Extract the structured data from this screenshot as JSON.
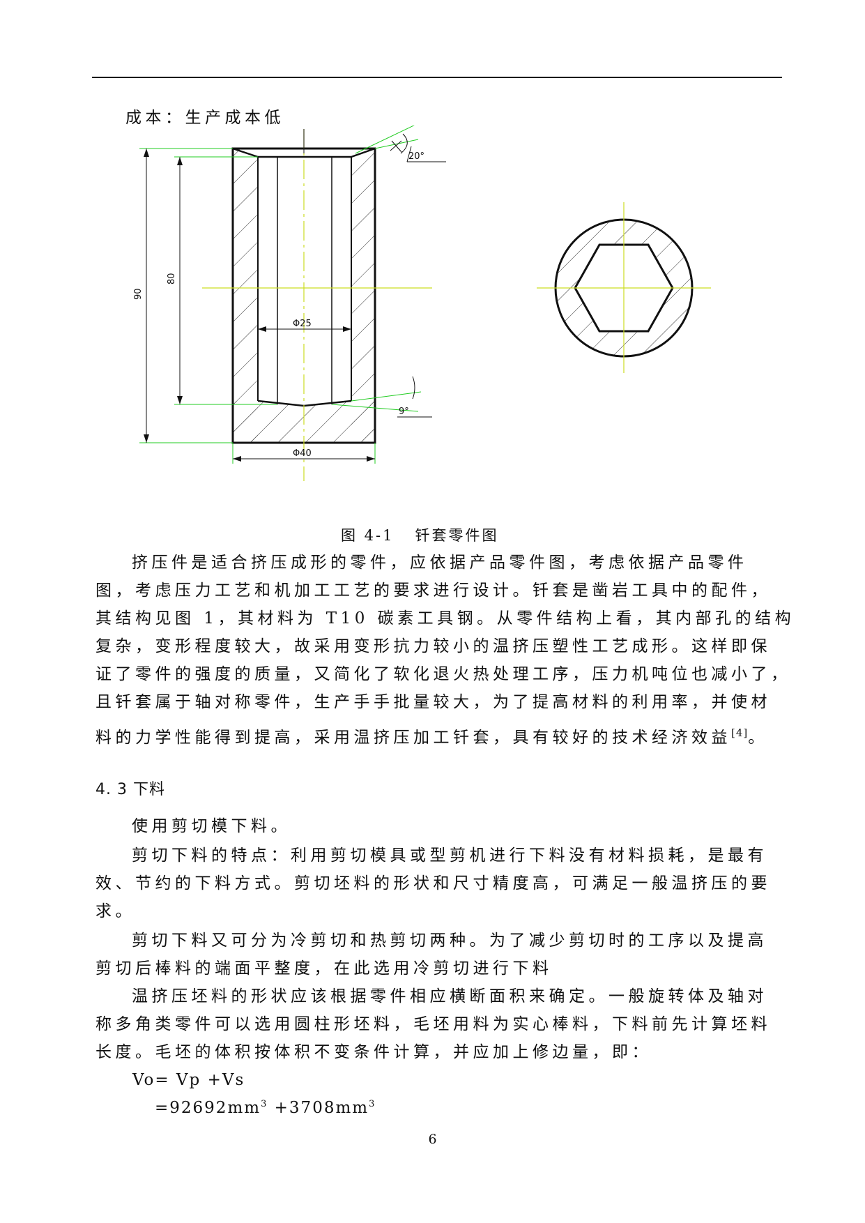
{
  "text": {
    "cost_line": "成本：生产成本低",
    "para1": [
      "挤压件是适合挤压成形的零件，应依据产品零件图，考虑依据产品零件",
      "图，考虑压力工艺和机加工工艺的要求进行设计。钎套是凿岩工具中的配件，",
      "其结构见图 1，其材料为 T10 碳素工具钢。从零件结构上看，其内部孔的结构",
      "复杂，变形程度较大，故采用变形抗力较小的温挤压塑性工艺成形。这样即保",
      "证了零件的强度的质量，又简化了软化退火热处理工序，压力机吨位也减小了，",
      "且钎套属于轴对称零件，生产手手批量较大，为了提高材料的利用率，并使材",
      "料的力学性能得到提高，采用温挤压加工钎套，具有较好的技术经济效益"
    ],
    "para1_cite": "[4]",
    "para1_end": "。",
    "section_heading": "4. 3  下料",
    "para2": "使用剪切模下料。",
    "para3": [
      "剪切下料的特点：利用剪切模具或型剪机进行下料没有材料损耗，是最有",
      "效、节约的下料方式。剪切坯料的形状和尺寸精度高，可满足一般温挤压的要",
      "求。"
    ],
    "para4": [
      "剪切下料又可分为冷剪切和热剪切两种。为了减少剪切时的工序以及提高",
      "剪切后棒料的端面平整度，在此选用冷剪切进行下料"
    ],
    "para5": [
      "温挤压坯料的形状应该根据零件相应横断面积来确定。一般旋转体及轴对",
      "称多角类零件可以选用圆柱形坯料，毛坯用料为实心棒料，下料前先计算坯料",
      "长度。毛坯的体积按体积不变条件计算，并应加上修边量，即："
    ],
    "formula1": "Vo= Vp +Vs",
    "formula2_a": "=92692mm",
    "formula2_b": " +3708mm",
    "formula_sup": "3",
    "page_number": "6"
  },
  "figure": {
    "caption_number": "图 4-1",
    "caption_title": "钎套零件图",
    "dim_angle_top": "20°",
    "dim_angle_bottom": "9°",
    "dim_height_outer": "90",
    "dim_height_inner": "80",
    "dim_inner_dia": "Φ25",
    "dim_outer_dia": "Φ40"
  },
  "colors": {
    "dimension": "#22cc22",
    "centerline": "#ccdd22",
    "outline": "#111111"
  }
}
